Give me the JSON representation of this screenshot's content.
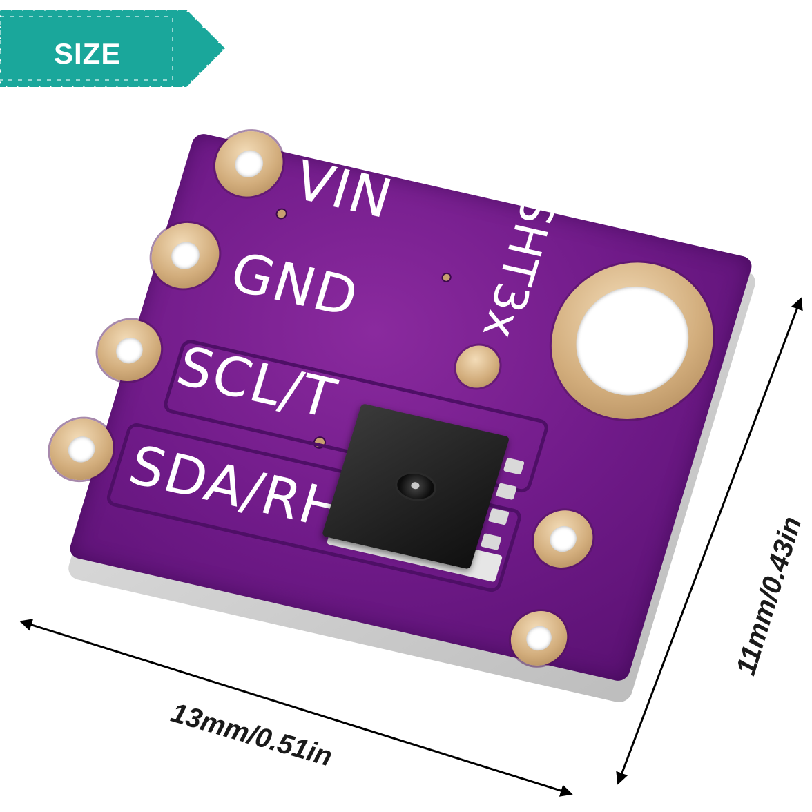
{
  "badge": {
    "label": "SIZE",
    "color": "#1aa79b"
  },
  "board": {
    "pcb_color": "#6f1a88",
    "pin_labels": [
      "VIN",
      "GND",
      "SCL/T",
      "SDA/RH"
    ],
    "chip_label": "SHT3x"
  },
  "dimensions": {
    "width_label": "13mm/0.51in",
    "height_label": "11mm/0.43in"
  }
}
